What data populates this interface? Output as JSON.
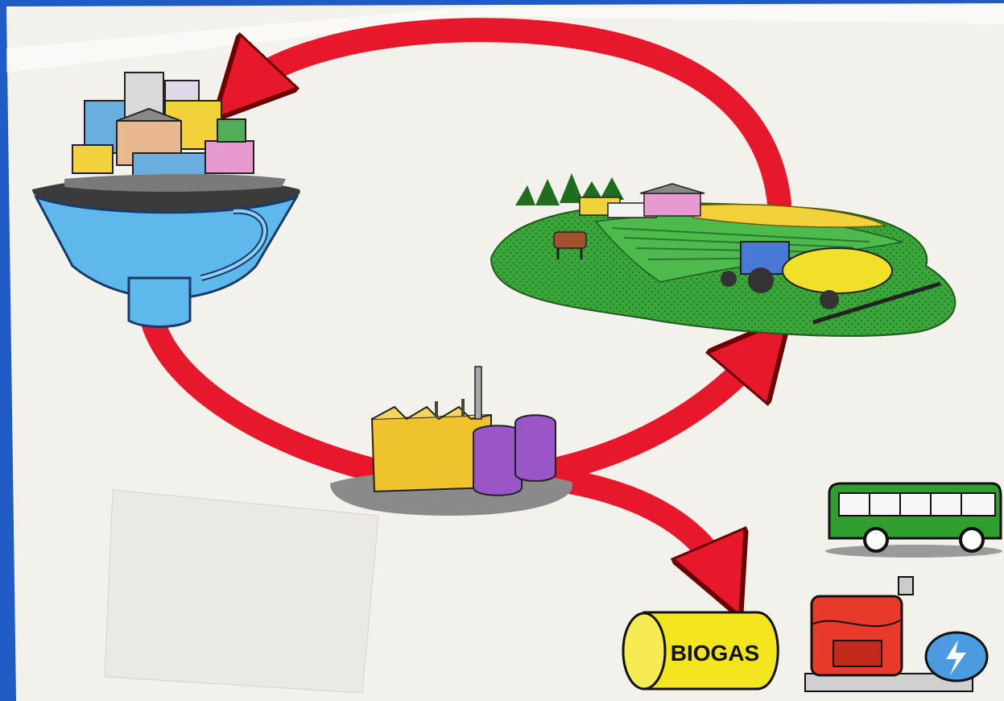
{
  "diagram": {
    "type": "biogas-cycle",
    "nodes": [
      {
        "id": "city",
        "icon": "city-funnel-icon"
      },
      {
        "id": "farm",
        "icon": "farm-field-icon"
      },
      {
        "id": "plant",
        "icon": "biogas-plant-icon"
      },
      {
        "id": "bus",
        "icon": "bus-icon"
      },
      {
        "id": "tank",
        "icon": "biogas-tank-icon",
        "label": "BIOGAS"
      },
      {
        "id": "generator",
        "icon": "generator-icon"
      }
    ],
    "edges": [
      {
        "from": "farm",
        "to": "city"
      },
      {
        "from": "city",
        "to": "plant"
      },
      {
        "from": "plant",
        "to": "farm"
      },
      {
        "from": "plant",
        "to": "tank"
      }
    ],
    "colors": {
      "arrow": "#e8182c",
      "background": "#f3f1ec",
      "frame": "#1f5bc4",
      "tank": "#f2e51e",
      "bus": "#2e9e2e",
      "plant_tank": "#9a55c8",
      "plant_building": "#f0c32c"
    }
  }
}
